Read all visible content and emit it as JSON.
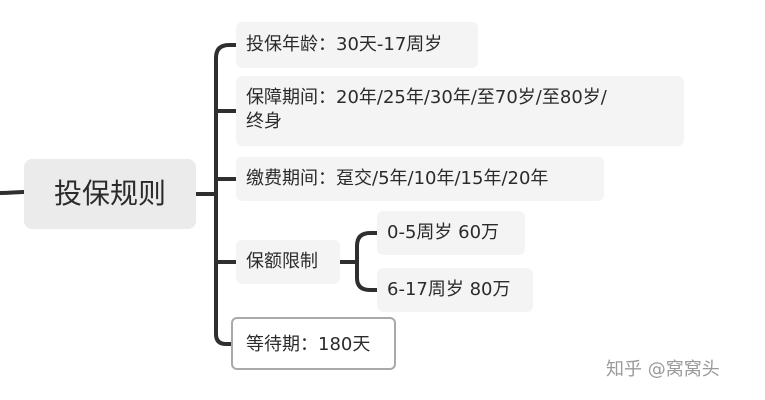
{
  "root": "投保规则",
  "branches": {
    "age": "投保年龄：30天-17周岁",
    "period_line1": "保障期间：20年/25年/30年/至70岁/至80岁/",
    "period_line2": "终身",
    "payment": "缴费期间：趸交/5年/10年/15年/20年",
    "limit": "保额限制",
    "limit_items": [
      "0-5周岁 60万",
      "6-17周岁 80万"
    ],
    "waiting": "等待期：180天"
  },
  "watermark": "知乎 @窝窝头",
  "colors": {
    "connector": "#2f2f2f",
    "node_bg": "#f4f4f4",
    "root_bg": "#ebebeb",
    "selected_border": "#a9a9a9"
  }
}
